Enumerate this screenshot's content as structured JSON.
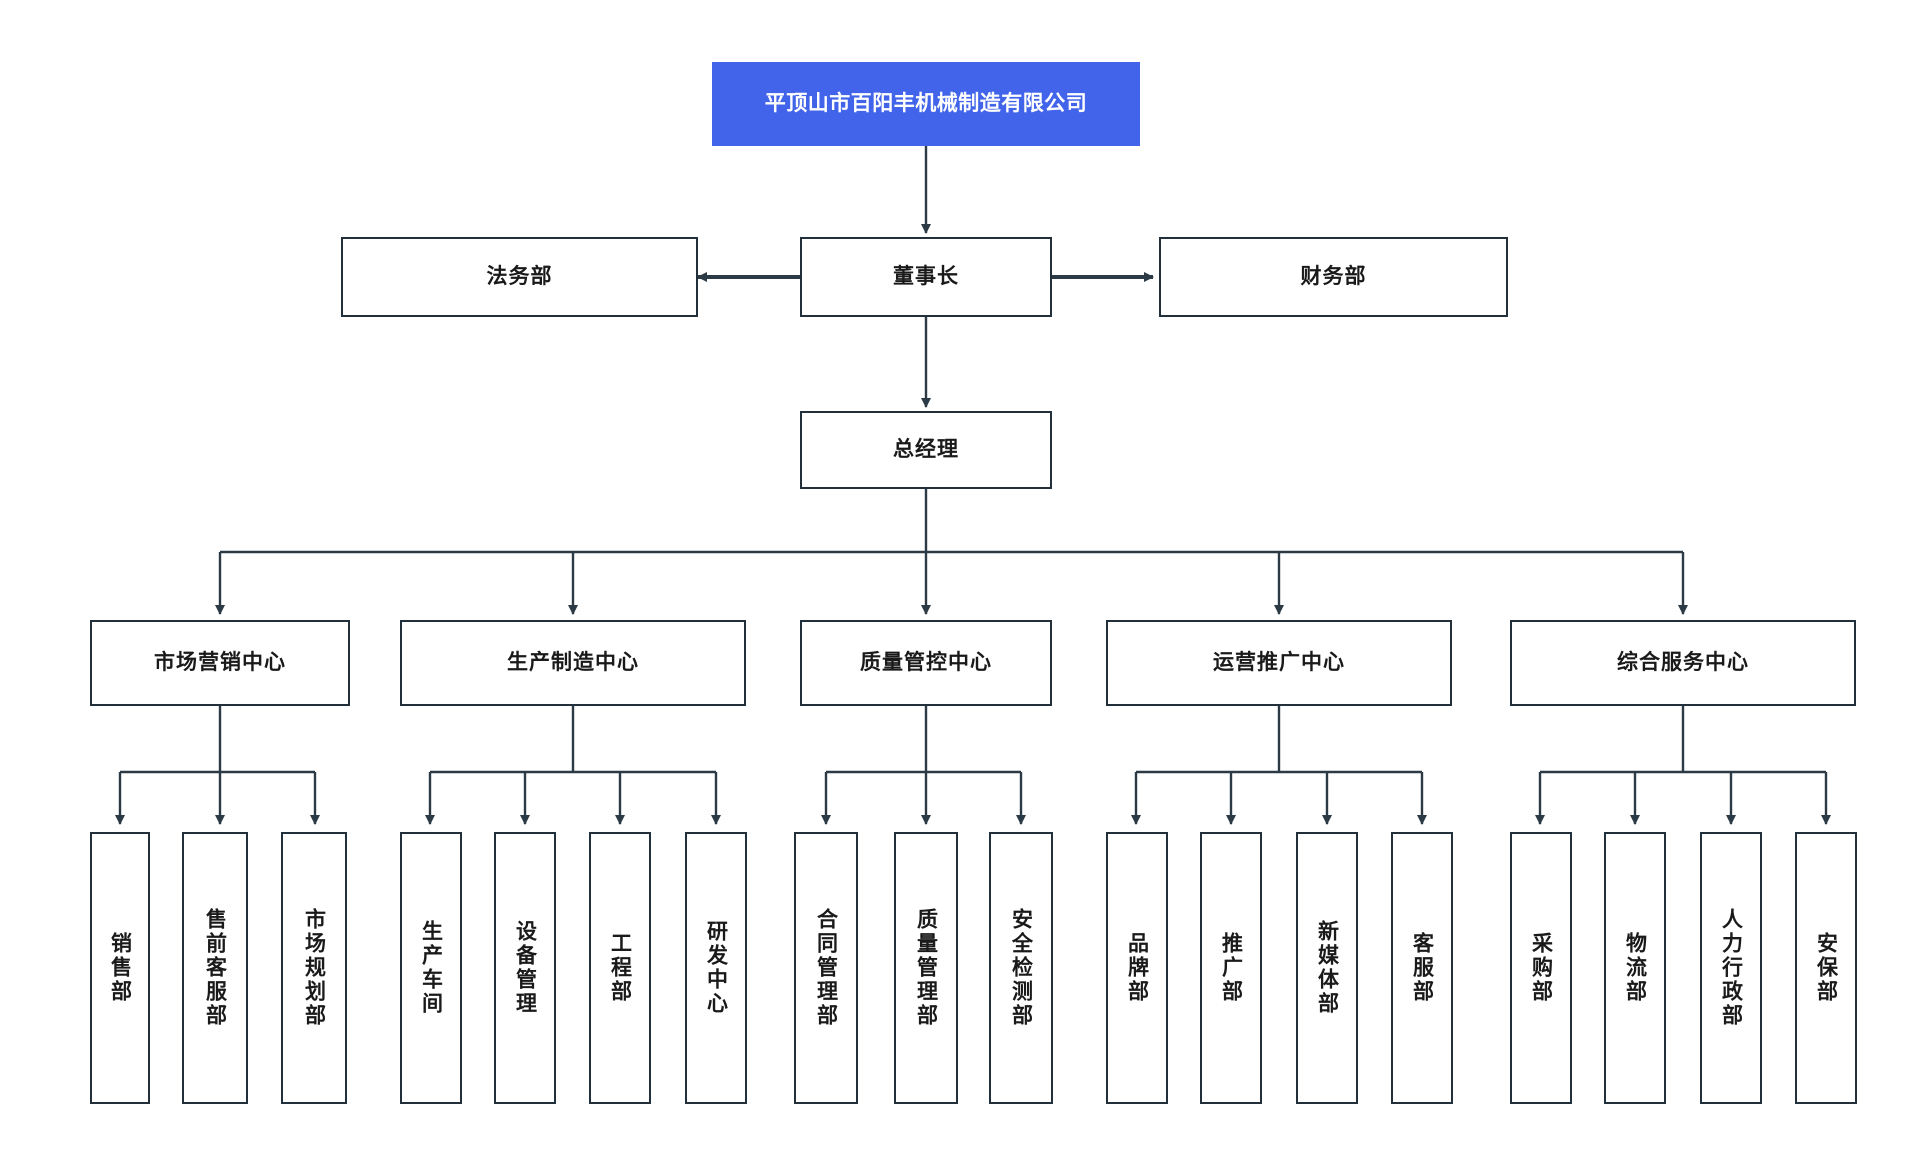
{
  "chart": {
    "title": "平顶山市百阳丰机械制造有限公司",
    "accent_color": "#4264ea",
    "border_color": "#22303c",
    "line_color": "#2b3a45",
    "background": "#ffffff",
    "orientation": "top-down"
  },
  "nodes": {
    "root": {
      "label": "平顶山市百阳丰机械制造有限公司"
    },
    "chairman": {
      "label": "董事长"
    },
    "legal": {
      "label": "法务部"
    },
    "finance": {
      "label": "财务部"
    },
    "general_manager": {
      "label": "总经理"
    },
    "centers": [
      {
        "label": "市场营销中心"
      },
      {
        "label": "生产制造中心"
      },
      {
        "label": "质量管控中心"
      },
      {
        "label": "运营推广中心"
      },
      {
        "label": "综合服务中心"
      }
    ],
    "departments": {
      "marketing": [
        {
          "label": "销售部"
        },
        {
          "label": "售前客服部"
        },
        {
          "label": "市场规划部"
        }
      ],
      "manufacturing": [
        {
          "label": "生产车间"
        },
        {
          "label": "设备管理"
        },
        {
          "label": "工程部"
        },
        {
          "label": "研发中心"
        }
      ],
      "quality": [
        {
          "label": "合同管理部"
        },
        {
          "label": "质量管理部"
        },
        {
          "label": "安全检测部"
        }
      ],
      "operations": [
        {
          "label": "品牌部"
        },
        {
          "label": "推广部"
        },
        {
          "label": "新媒体部"
        },
        {
          "label": "客服部"
        }
      ],
      "services": [
        {
          "label": "采购部"
        },
        {
          "label": "物流部"
        },
        {
          "label": "人力行政部"
        },
        {
          "label": "安保部"
        }
      ]
    }
  }
}
